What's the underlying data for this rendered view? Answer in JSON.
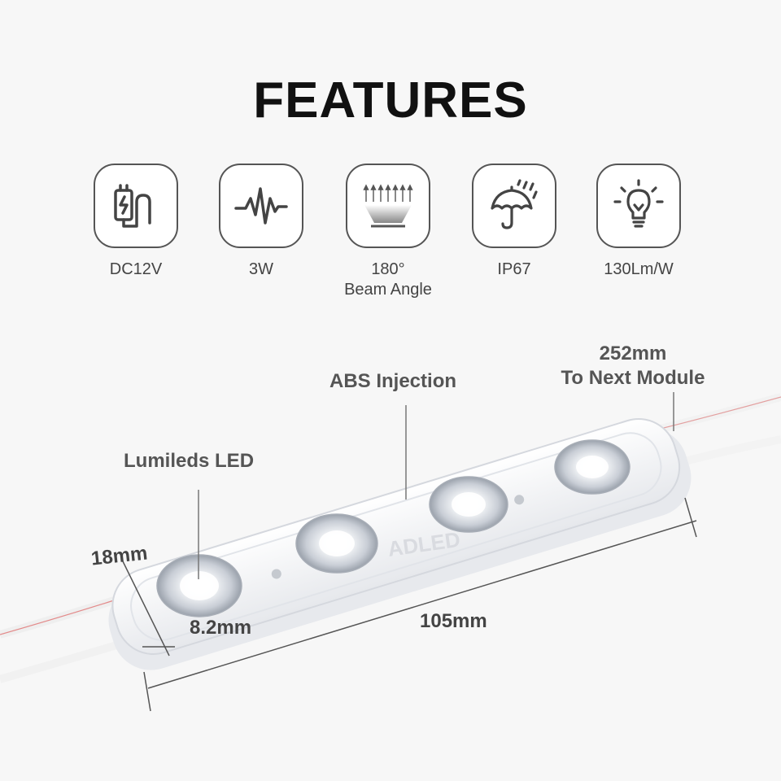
{
  "header": {
    "title": "FEATURES"
  },
  "features": [
    {
      "icon": "power-plug-icon",
      "label": "DC12V"
    },
    {
      "icon": "waveform-icon",
      "label": "3W"
    },
    {
      "icon": "beam-angle-icon",
      "label": "180°",
      "sublabel": "Beam Angle"
    },
    {
      "icon": "umbrella-rain-icon",
      "label": "IP67"
    },
    {
      "icon": "lightbulb-icon",
      "label": "130Lm/W"
    }
  ],
  "callouts": {
    "led": "Lumileds LED",
    "material": "ABS Injection",
    "wire_length": "252mm",
    "wire_note": "To Next Module",
    "width": "18mm",
    "height": "8.2mm",
    "length": "105mm"
  },
  "watermark": "ADLED"
}
